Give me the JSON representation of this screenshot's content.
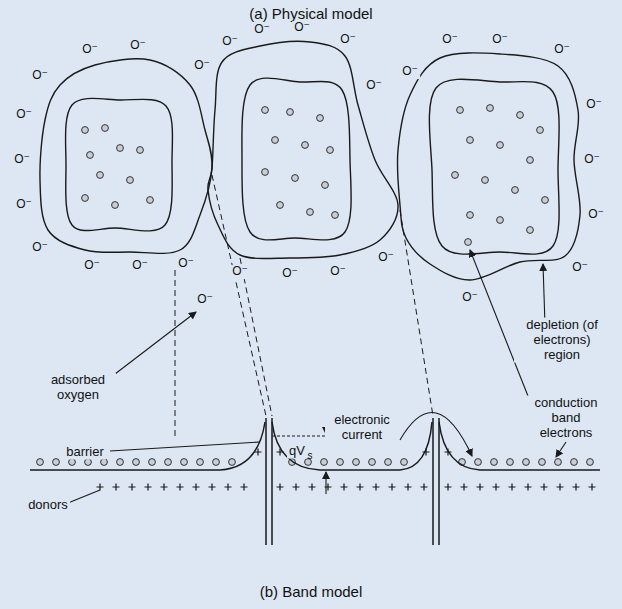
{
  "diagram": {
    "labels": [
      "(a) Physical model",
      "O⁻",
      "O⁻",
      "O⁻",
      "O⁻",
      "O⁻",
      "O⁻",
      "O⁻",
      "O⁻",
      "O⁻",
      "O⁻",
      "O⁻",
      "O⁻",
      "O⁻",
      "O⁻",
      "O⁻",
      "O⁻",
      "O⁻",
      "O⁻",
      "O⁻",
      "O⁻",
      "O⁻",
      "O⁻",
      "O⁻",
      "O⁻",
      "O⁻",
      "O⁻",
      "O⁻",
      "O⁻",
      "O⁻",
      "O⁻",
      "adsorbed oxygen",
      "depletion (of electrons) region",
      "conduction band electrons",
      "electronic current",
      "barrier",
      "qV",
      "s",
      "donors",
      "(b) Band model"
    ]
  }
}
